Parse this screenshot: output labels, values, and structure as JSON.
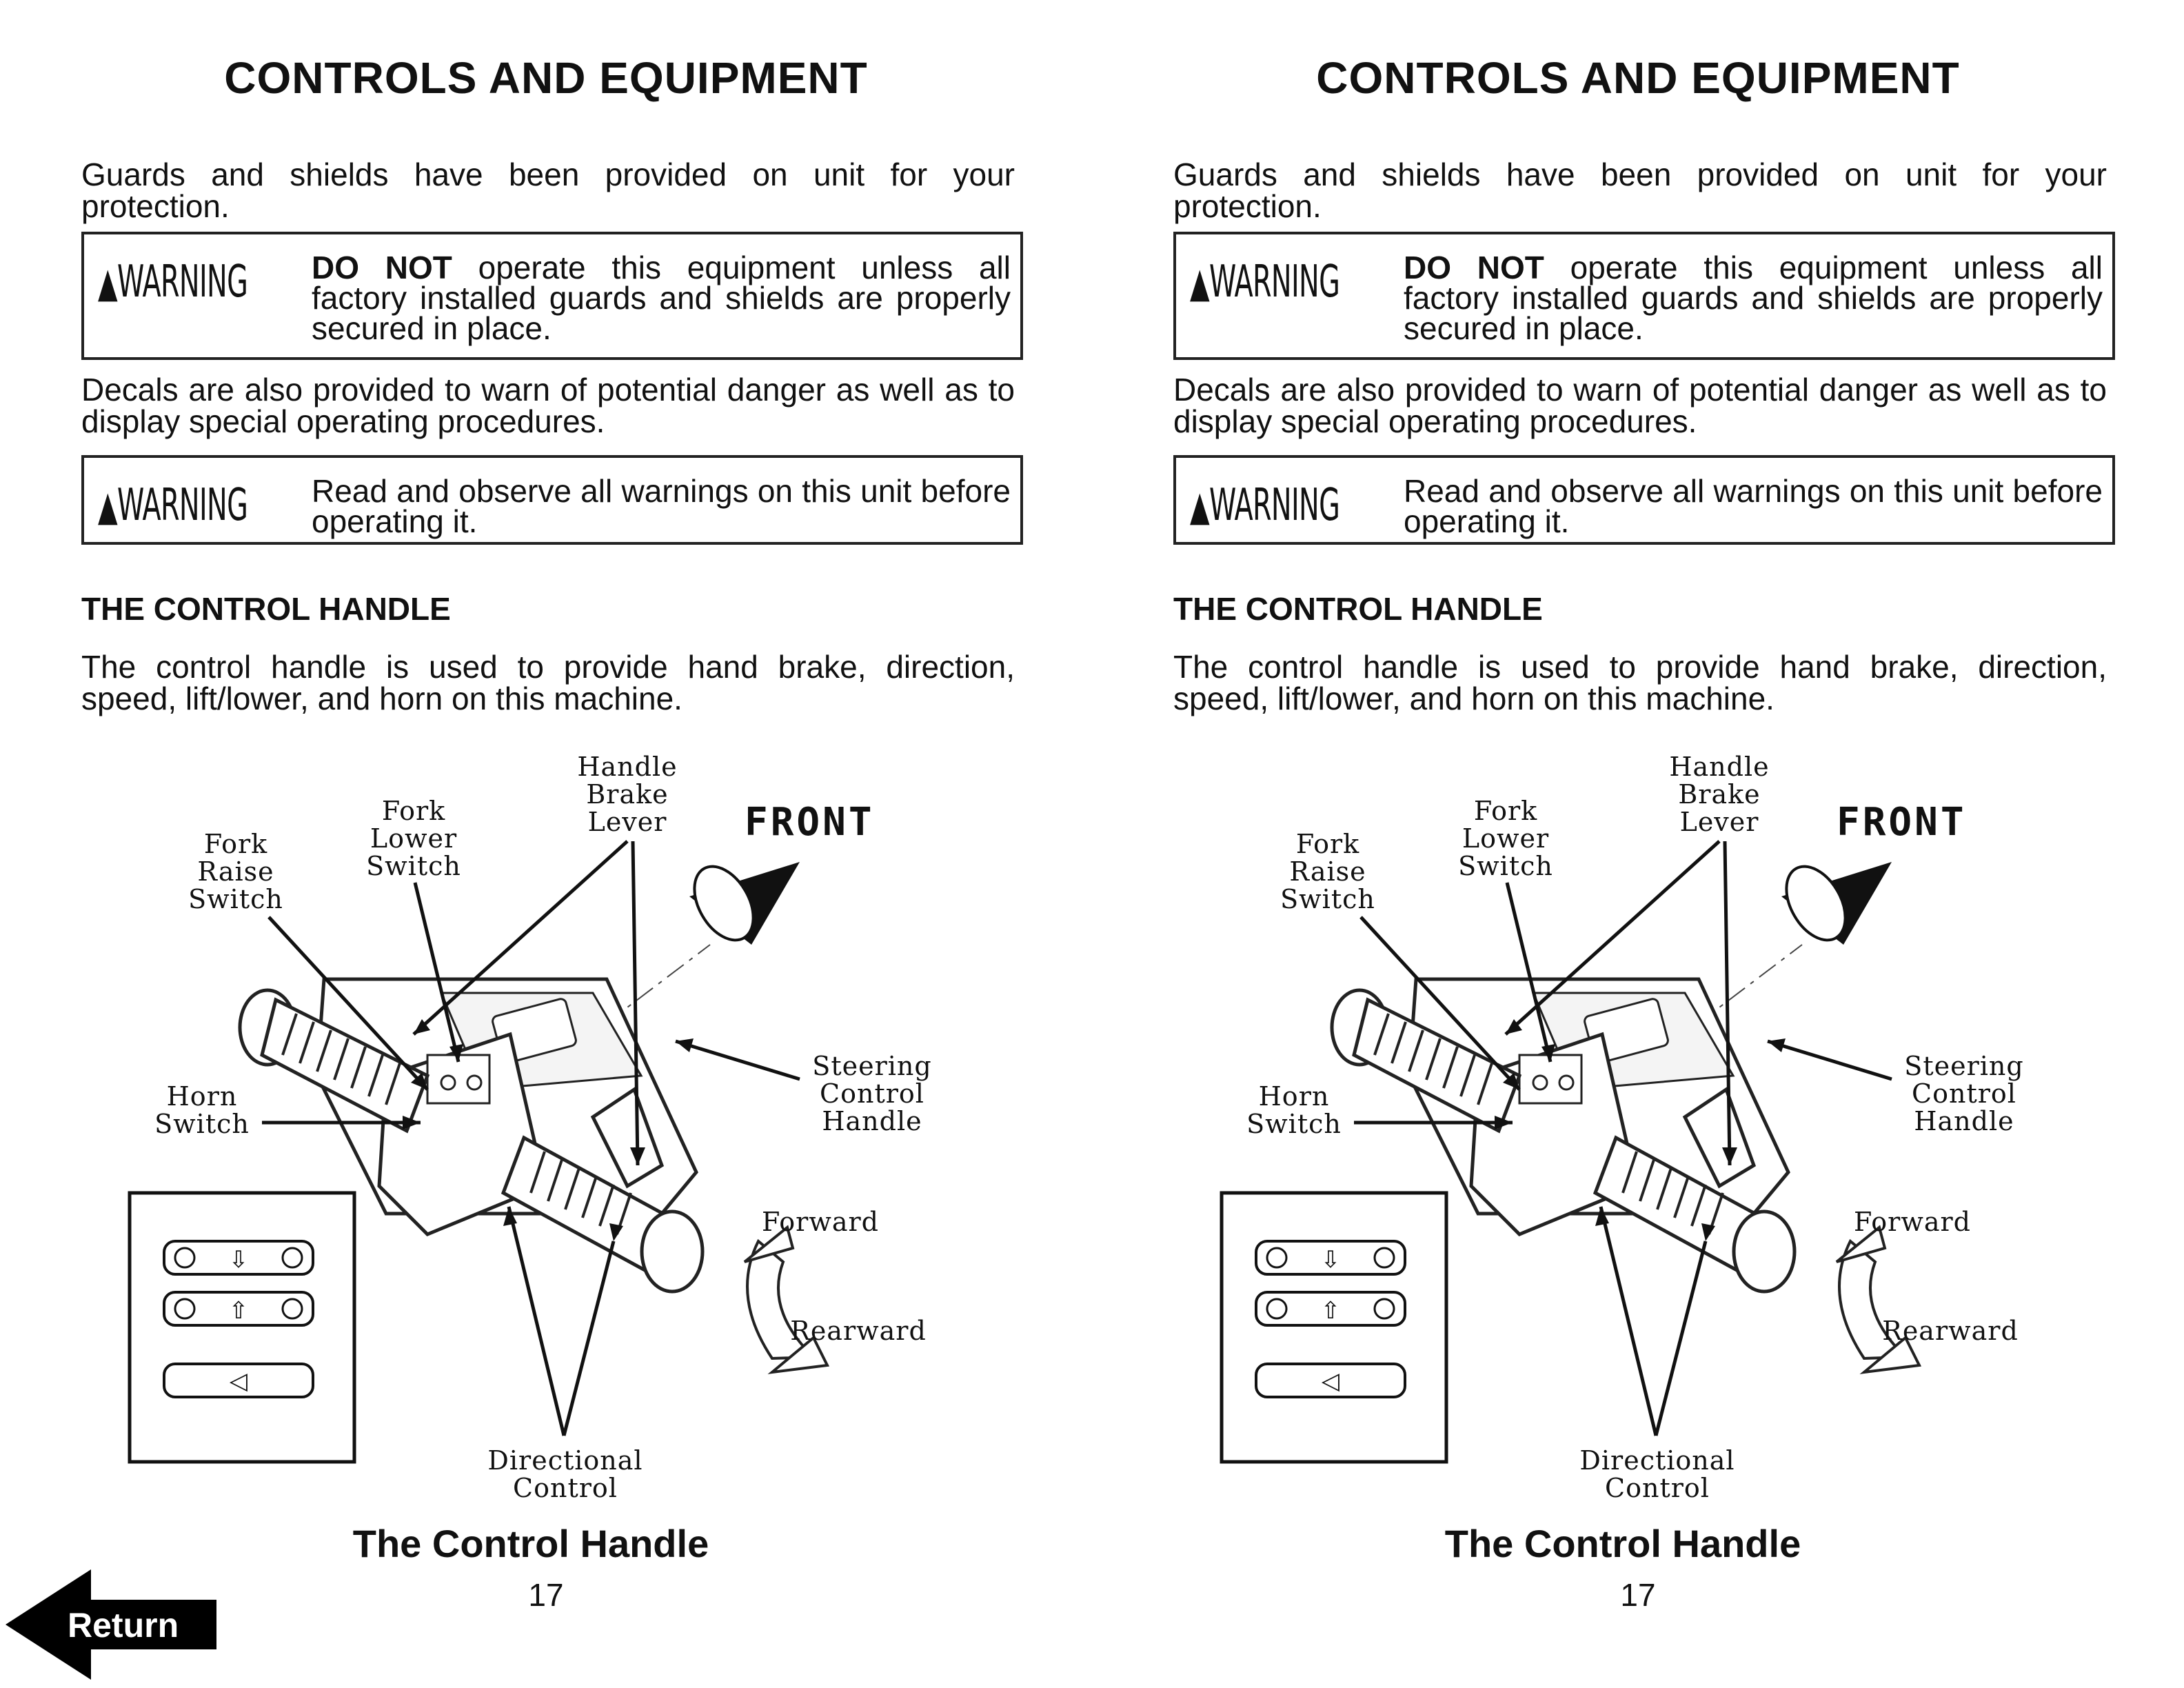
{
  "pages": [
    {
      "title": "CONTROLS AND EQUIPMENT",
      "guards_text": "Guards and shields have been provided on unit for your protection.",
      "warning1": {
        "label": "WARNING",
        "emphasis": "DO NOT",
        "text": "operate this equipment unless all factory installed guards and shields are properly secured in place."
      },
      "decals_text": "Decals are also provided to warn of potential danger as well as to display special operating procedures.",
      "warning2": {
        "label": "WARNING",
        "text": "Read and observe all warnings on this unit before operating it."
      },
      "section_heading": "THE CONTROL HANDLE",
      "intro_text": "The control handle is used to provide hand brake,  direction, speed, lift/lower, and horn on this machine.",
      "figure": {
        "fork_raise": "Fork\nRaise\nSwitch",
        "fork_lower": "Fork\nLower\nSwitch",
        "brake_lever": "Handle\nBrake\nLever",
        "front": "FRONT",
        "steering": "Steering\nControl\nHandle",
        "horn": "Horn\nSwitch",
        "forward": "Forward",
        "rearward": "Rearward",
        "directional": "Directional\nControl"
      },
      "caption": "The Control Handle",
      "page_number": "17"
    },
    {
      "title": "CONTROLS AND EQUIPMENT",
      "guards_text": "Guards and shields have been provided on unit for your protection.",
      "warning1": {
        "label": "WARNING",
        "emphasis": "DO NOT",
        "text": "operate this equipment unless all factory installed guards and shields are properly secured in place."
      },
      "decals_text": "Decals are also provided to warn of potential danger as well as to display special operating procedures.",
      "warning2": {
        "label": "WARNING",
        "text": "Read and observe all warnings on this unit before operating it."
      },
      "section_heading": "THE CONTROL HANDLE",
      "intro_text": "The control handle is used to provide hand brake, direction, speed, lift/lower, and horn on this machine.",
      "figure": {
        "fork_raise": "Fork\nRaise\nSwitch",
        "fork_lower": "Fork\nLower\nSwitch",
        "brake_lever": "Handle\nBrake\nLever",
        "front": "FRONT",
        "steering": "Steering\nControl\nHandle",
        "horn": "Horn\nSwitch",
        "forward": "Forward",
        "rearward": "Rearward",
        "directional": "Directional\nControl"
      },
      "caption": "The Control Handle",
      "page_number": "17"
    }
  ],
  "nav": {
    "return_label": "Return"
  }
}
